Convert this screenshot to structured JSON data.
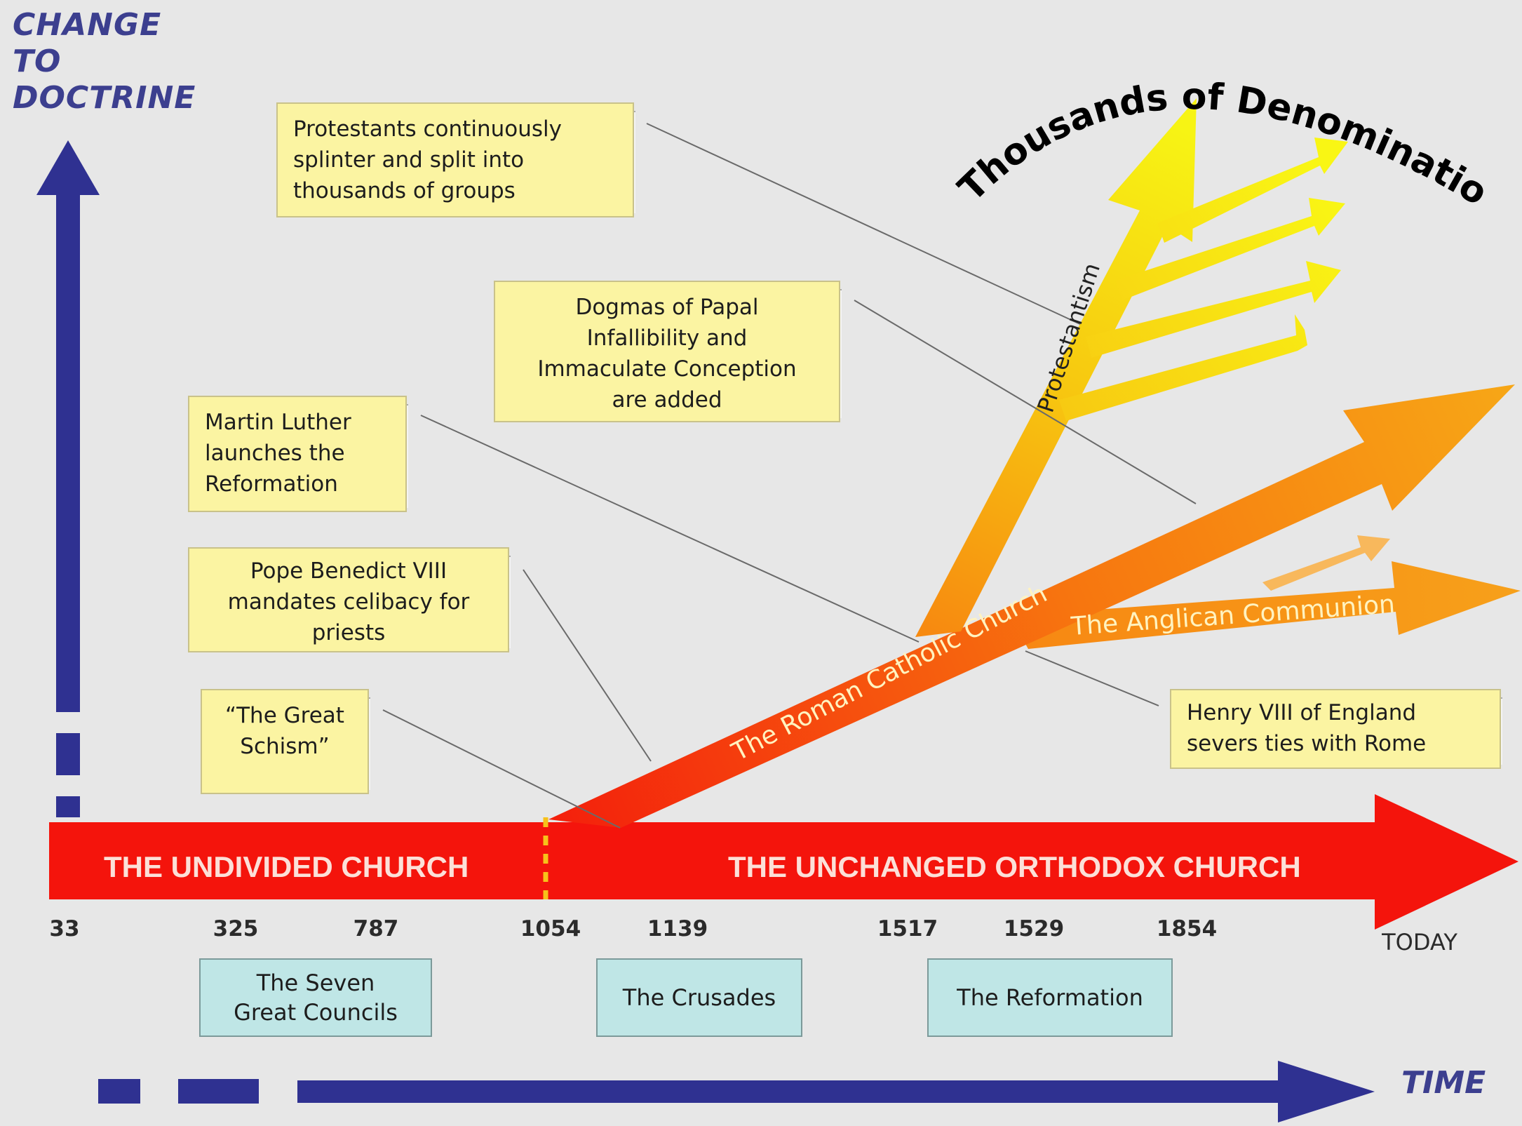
{
  "axes": {
    "y_label_lines": [
      "CHANGE",
      "TO",
      "DOCTRINE"
    ],
    "x_label": "TIME"
  },
  "title_arc": "Thousands of Denominations",
  "branches": {
    "undivided": "THE UNDIVIDED CHURCH",
    "orthodox": "THE UNCHANGED ORTHODOX CHURCH",
    "roman_catholic": "The Roman Catholic Church",
    "anglican": "The Anglican Communion",
    "protestantism": "Protestantism"
  },
  "notes": {
    "protestants_splinter": "Protestants continuously\nsplinter and split into\nthousands of groups",
    "papal_dogmas": "Dogmas of Papal\nInfallibility  and\nImmaculate Conception\nare added",
    "martin_luther": "Martin Luther\nlaunches the\nReformation",
    "pope_benedict": "Pope Benedict VIII\nmandates celibacy for\npriests",
    "great_schism": "“The Great\nSchism”",
    "henry_viii": "Henry VIII of England\nsevers ties with Rome"
  },
  "years": [
    "33",
    "325",
    "787",
    "1054",
    "1139",
    "1517",
    "1529",
    "1854",
    "TODAY"
  ],
  "periods": {
    "councils": "The Seven\nGreat Councils",
    "crusades": "The Crusades",
    "reformation": "The Reformation"
  },
  "colors": {
    "axis_blue": "#2f3191",
    "main_red": "#f4140c",
    "orange": "#f79412",
    "yellow": "#f7f20f",
    "note_fill": "#fbf4a2",
    "period_fill": "#bfe6e6"
  }
}
